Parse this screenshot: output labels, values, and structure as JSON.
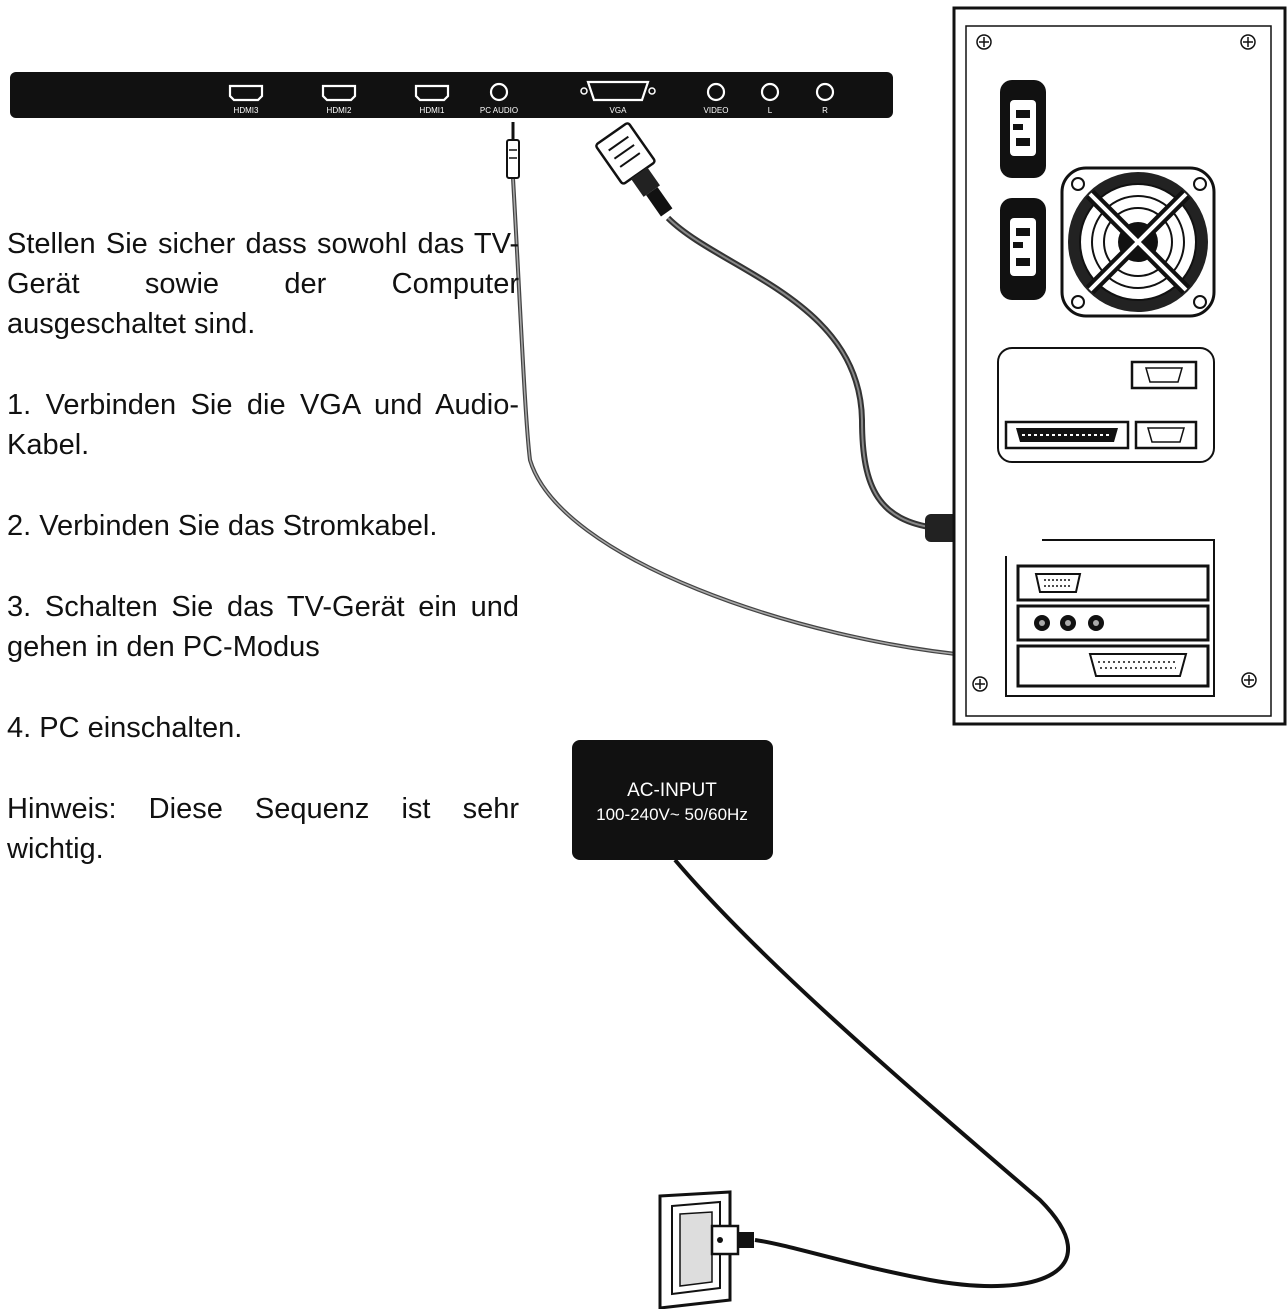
{
  "tv_panel": {
    "ports": [
      {
        "label": "HDMI3",
        "type": "hdmi"
      },
      {
        "label": "HDMI2",
        "type": "hdmi"
      },
      {
        "label": "HDMI1",
        "type": "hdmi"
      },
      {
        "label": "PC AUDIO",
        "type": "jack"
      },
      {
        "label": "VGA",
        "type": "vga"
      },
      {
        "label": "VIDEO",
        "type": "jack"
      },
      {
        "label": "L",
        "type": "jack"
      },
      {
        "label": "R",
        "type": "jack"
      }
    ]
  },
  "instructions": {
    "intro": "Stellen Sie sicher dass sowohl das TV-Gerät sowie der Computer ausgeschaltet sind.",
    "step1": "1. Verbinden Sie die VGA und Audio-Kabel.",
    "step2": "2. Verbinden Sie das Stromkabel.",
    "step3": "3. Schalten Sie das TV-Gerät ein und gehen in den PC-Modus",
    "step4": "4. PC einschalten.",
    "note": "Hinweis: Diese Sequenz ist sehr wichtig."
  },
  "ac_input": {
    "line1": "AC-INPUT",
    "line2": "100-240V~ 50/60Hz"
  },
  "colors": {
    "ink": "#111111",
    "cable": "#555555",
    "background": "#ffffff"
  }
}
